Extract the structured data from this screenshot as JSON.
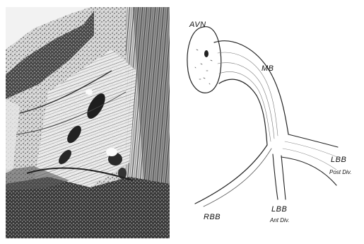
{
  "figure": {
    "labels": {
      "avn": "AVN",
      "mb": "MB",
      "lbb_post": "LBB",
      "lbb_post_sub": "Post Div.",
      "lbb_ant": "LBB",
      "lbb_ant_sub": "Ant Div.",
      "rbb": "RBB"
    }
  },
  "colors": {
    "ink": "#111111",
    "paper": "#ffffff",
    "tissue_dark": "#2a2a2a",
    "tissue_mid": "#7a7a7a",
    "tissue_light": "#e8e8e8"
  }
}
